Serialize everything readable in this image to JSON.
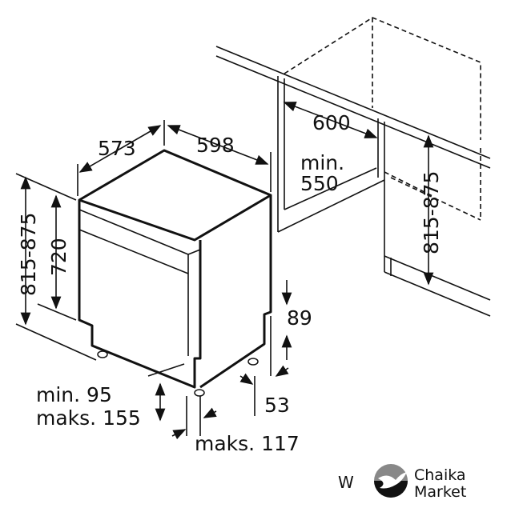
{
  "diagram": {
    "labels": {
      "depth": "573",
      "width": "598",
      "height_total_left": "815-875",
      "height_body": "720",
      "niche_width": "600",
      "niche_min_line1": "min.",
      "niche_min_line2": "550",
      "height_total_right": "815-875",
      "plinth_89": "89",
      "plinth_53": "53",
      "foot_min": "min. 95",
      "foot_max": "maks. 155",
      "foot_offset": "maks. 117",
      "w_label": "W"
    },
    "logo": {
      "line1": "Chaika",
      "line2": "Market"
    }
  }
}
